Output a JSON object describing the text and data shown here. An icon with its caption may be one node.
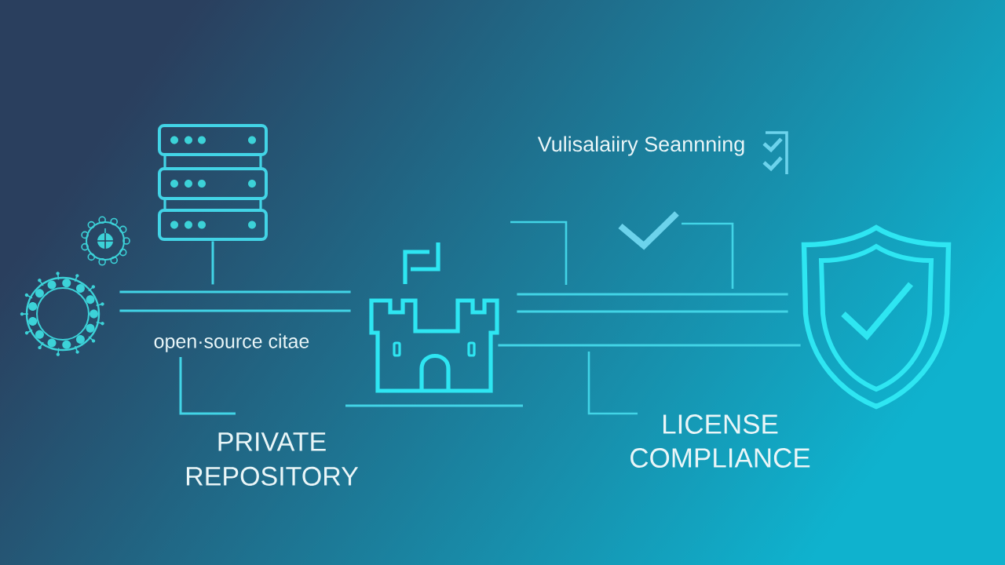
{
  "diagram": {
    "nodes": [
      {
        "text": [],
        "shape": "picture"
      },
      {
        "text": [],
        "shape": "picture"
      },
      {
        "text": [],
        "shape": "picture"
      },
      {
        "text": [],
        "shape": "picture"
      },
      {
        "text": [],
        "shape": "picture"
      }
    ],
    "edges": [
      {
        "from": 0,
        "to": 3,
        "arrow": "none"
      },
      {
        "from": 0,
        "to": 3,
        "arrow": "none"
      },
      {
        "from": 2,
        "to": null,
        "arrow": "none"
      },
      {
        "from": 3,
        "to": 4,
        "arrow": "none"
      },
      {
        "from": 3,
        "to": 4,
        "arrow": "none"
      },
      {
        "from": 3,
        "to": 4,
        "arrow": "none"
      }
    ],
    "labels": [
      "Vulisalaiiry Seannning",
      "open·source citae",
      "PRIVATE REPOSITORY",
      "LICENSE COMPLIANCE"
    ]
  }
}
